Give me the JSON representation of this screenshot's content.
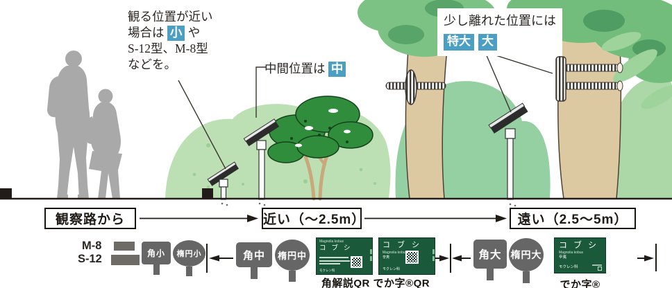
{
  "notes": {
    "near": {
      "line1": "観る位置が近い",
      "line2_pre": "場合は",
      "badge": "小",
      "line2_post": "や",
      "line3": "S-12型、M-8型",
      "line4": "などを。"
    },
    "mid": {
      "label": "中間位置は",
      "badge": "中"
    },
    "far": {
      "label": "少し離れた位置には",
      "badge_xl": "特大",
      "badge_l": "大"
    }
  },
  "distance": {
    "from": "観察路から",
    "near": "近い（〜2.5m）",
    "far": "遠い（2.5〜5m）"
  },
  "legend": {
    "m8": "M-8",
    "s12": "S-12",
    "kaku_s": "角小",
    "daen_s": "楕円小",
    "kaku_m": "角中",
    "daen_m": "楕円中",
    "kaku_l": "角大",
    "daen_l": "楕円大",
    "caption_qr": "角解説QR でか字®QR",
    "caption_dekaji": "でか字®"
  },
  "plate": {
    "title": "コブシ",
    "latin": "Magnolia kobus",
    "kanji": "辛夷",
    "family": "モクレン科"
  },
  "colors": {
    "accent_blue": "#4b9fc5",
    "sign_green": "#1a5a3b",
    "sign_gray": "#666666",
    "foliage_light": "#bce0b4",
    "foliage_mid": "#95d0a2",
    "trunk_tan": "#ddc9a1",
    "silhouette_gray": "#a9a9a9",
    "ink": "#1f1b17"
  }
}
